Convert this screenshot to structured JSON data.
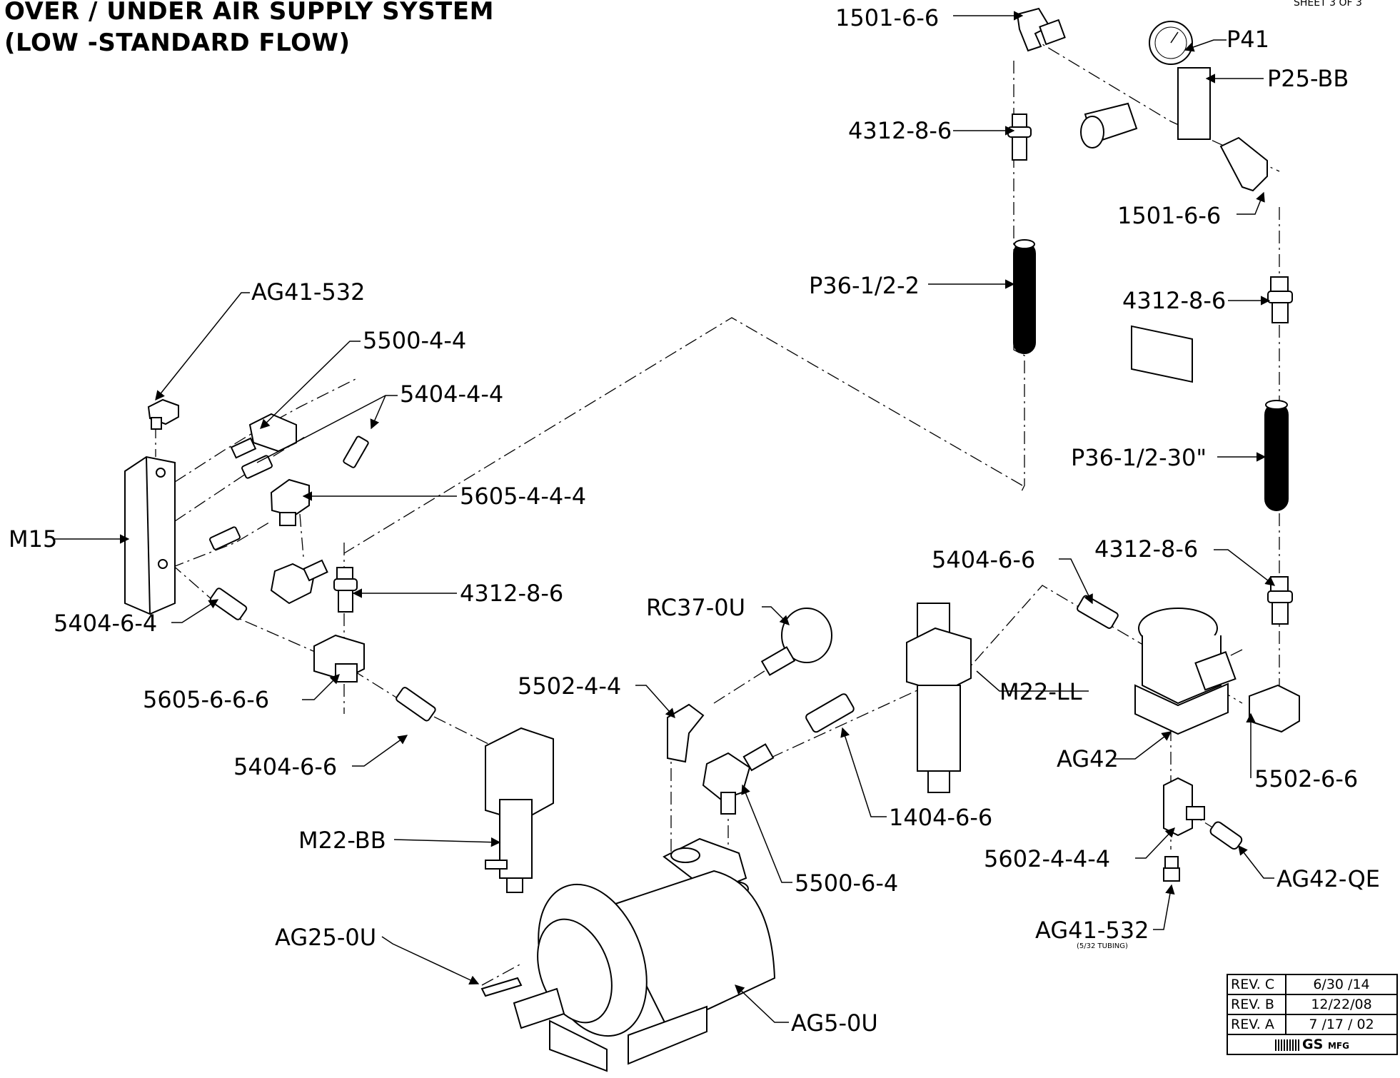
{
  "title": {
    "line1": "OVER / UNDER AIR SUPPLY SYSTEM",
    "line2": "(LOW -STANDARD FLOW)"
  },
  "sheet": "SHEET 3 OF 3",
  "labels": {
    "l1501_top": "1501-6-6",
    "lP41": "P41",
    "lP25BB": "P25-BB",
    "l4312_a": "4312-8-6",
    "l1501_right": "1501-6-6",
    "lP36_2": "P36-1/2-2",
    "l4312_b": "4312-8-6",
    "lAG41_top": "AG41-532",
    "l5500_44": "5500-4-4",
    "l5404_44": "5404-4-4",
    "lP36_30": "P36-1/2-30\"",
    "l5605_444": "5605-4-4-4",
    "lM15": "M15",
    "l4312_c": "4312-8-6",
    "l5404_66_r": "5404-6-6",
    "l4312_d": "4312-8-6",
    "l5404_64": "5404-6-4",
    "lRC37": "RC37-0U",
    "l5605_666": "5605-6-6-6",
    "l5502_44": "5502-4-4",
    "lM22LL": "M22-LL",
    "lAG42": "AG42",
    "l5502_66": "5502-6-6",
    "l5404_66_l": "5404-6-6",
    "l1404_66": "1404-6-6",
    "lM22BB": "M22-BB",
    "l5602_444": "5602-4-4-4",
    "lAG42QE": "AG42-QE",
    "l5500_64": "5500-6-4",
    "lAG41_bot": "AG41-532",
    "tubing": "(5/32 TUBING)",
    "lAG25": "AG25-0U",
    "lAG5": "AG5-0U"
  },
  "revisions": [
    {
      "rev": "REV. C",
      "date": "6/30 /14"
    },
    {
      "rev": "REV. B",
      "date": "12/22/08"
    },
    {
      "rev": "REV. A",
      "date": "7 /17 / 02"
    }
  ],
  "logo": {
    "text": "GS",
    "suffix": "MFG"
  }
}
